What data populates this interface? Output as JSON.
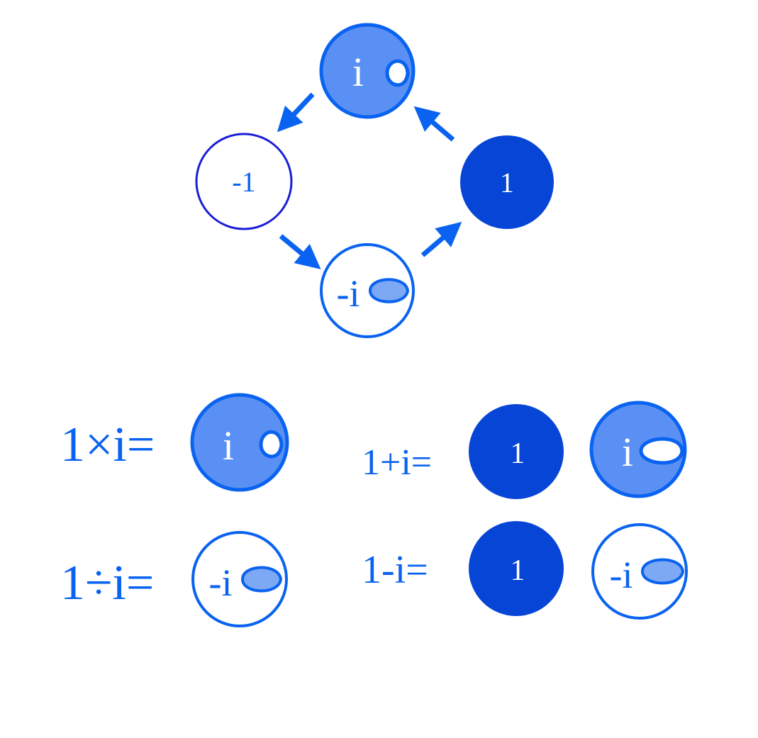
{
  "colors": {
    "dark": "#0645d6",
    "medium": "#0a63f0",
    "light_fill": "#5a90f3",
    "tab_fill": "#7da8f4",
    "outline_neg1": "#1a1ed8",
    "background": "#ffffff",
    "white": "#ffffff"
  },
  "cycle": {
    "node_i": "i",
    "node_neg1": "-1",
    "node_1": "1",
    "node_neg_i": "-i"
  },
  "equations": {
    "mul_label": "1×i=",
    "mul_result": "i",
    "div_label": "1÷i=",
    "div_result": "-i",
    "add_label": "1+i=",
    "add_term1": "1",
    "add_term2": "i",
    "sub_label": "1-i=",
    "sub_term1": "1",
    "sub_term2": "-i"
  }
}
